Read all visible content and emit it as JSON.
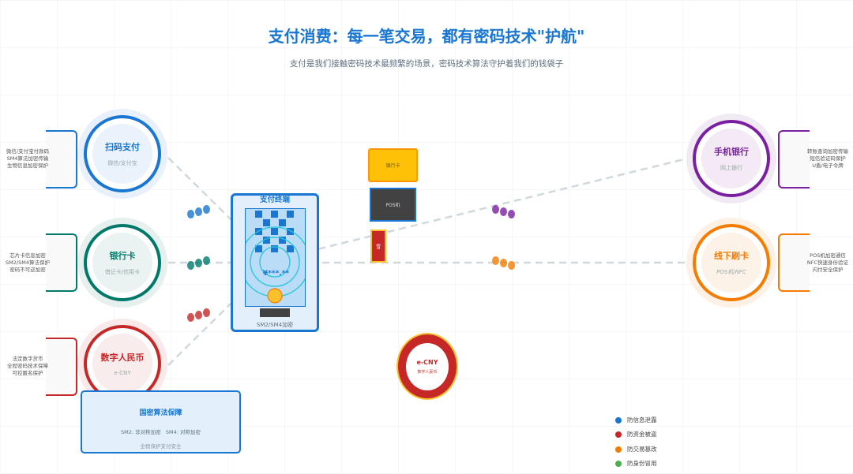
{
  "header": {
    "title": "支付消费：每一笔交易，都有密码技术\"护航\"",
    "subtitle": "支付是我们接触密码技术最频繁的场景，密码技术算法守护着我们的钱袋子"
  },
  "methods": [
    {
      "name": "扫码支付",
      "sub": "微信/支付宝",
      "color": "#1976d2",
      "lines": [
        "微信/支付宝付款码",
        "SM4算法加密传输",
        "生物信息加密保护"
      ]
    },
    {
      "name": "银行卡",
      "sub": "借记卡/信用卡",
      "color": "#00796b",
      "lines": [
        "芯片卡信息加密",
        "SM2/SM4算法保护",
        "密码不可逆加密"
      ]
    },
    {
      "name": "数字人民币",
      "sub": "e-CNY",
      "color": "#c62828",
      "lines": [
        "法定数字货币",
        "全程密码技术保障",
        "可控匿名保护"
      ]
    },
    {
      "name": "手机银行",
      "sub": "网上银行",
      "color": "#7b1fa2",
      "lines": [
        "转账查询加密传输",
        "短信验证码保护",
        "U盾/电子令牌"
      ]
    },
    {
      "name": "线下刷卡",
      "sub": "POS机/NFC",
      "color": "#f57c00",
      "lines": [
        "POS机加密通信",
        "NFC快速身份验证",
        "闪付安全保护"
      ]
    }
  ],
  "terminal": {
    "title": "支付终端",
    "amount": "¥***.**",
    "label": "SM2/SM4加密"
  },
  "cards": {
    "bank_card": "银行卡",
    "pos": "POS机",
    "red": "雪"
  },
  "coin": {
    "name": "e-CNY",
    "sub": "数字人民币"
  },
  "guarantee": {
    "title": "国密算法保障",
    "line1": "SM2: 非对称加密   SM4: 对称加密",
    "line2": "全程保护支付安全"
  },
  "legend": [
    {
      "label": "防信息泄露",
      "color": "#1976d2"
    },
    {
      "label": "防资金被盗",
      "color": "#c62828"
    },
    {
      "label": "防交易篡改",
      "color": "#f57c00"
    },
    {
      "label": "防身份冒用",
      "color": "#4caf50"
    }
  ]
}
